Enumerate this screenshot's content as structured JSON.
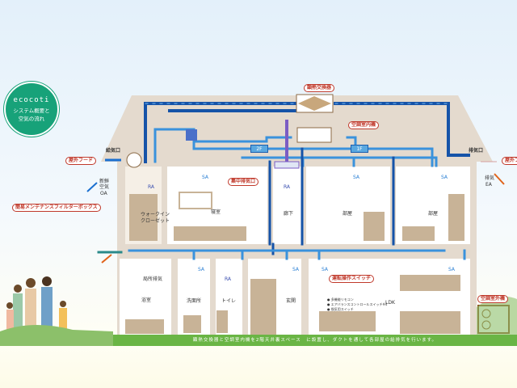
{
  "logo": {
    "brand": "ecocoti",
    "subtitle_line1": "システム概要と",
    "subtitle_line2": "空気の流れ"
  },
  "callouts": {
    "outdoor_hood_left": "屋外フード",
    "outdoor_hood_right": "屋外フード",
    "filter_box": "簡易メンテナンスフィルターボックス",
    "heat_exchanger": "顕熱交換器",
    "ac_indoor_unit": "空調室内機",
    "central_exhaust": "集中排気口",
    "operation_switch": "運転操作スイッチ",
    "ac_outdoor_unit": "空調室外機"
  },
  "labels": {
    "supply_port": "給気口",
    "exhaust_port": "排気口",
    "fresh_air_1": "新鮮",
    "fresh_air_2": "空気",
    "oa": "OA",
    "exhaust_1": "排気",
    "ea": "EA",
    "sa": "SA",
    "ra": "RA",
    "floor2": "2F",
    "floor1": "1F"
  },
  "rooms": {
    "walkin_1": "ウォークイン",
    "walkin_2": "クローゼット",
    "bedroom": "寝室",
    "hallway": "廊下",
    "room_a": "部屋",
    "room_b": "部屋",
    "bathroom": "浴室",
    "local_exhaust": "局所排気",
    "washroom": "洗面所",
    "toilet": "トイレ",
    "entrance": "玄関",
    "ldk": "LDK"
  },
  "switch_list": [
    "多機能リモコン",
    "エアバランスコントロールスイッチ※4",
    "換気用スイッチ"
  ],
  "caption": "顕熱交換器と空調室内機を2階天井裏スペース　に設置し、ダクトを通して各部屋の給排気を行います。",
  "colors": {
    "accent_green": "#17a279",
    "duct_dark": "#1553a8",
    "duct_light": "#3a92dc",
    "callout_red": "#c0392b",
    "house": "#e4dace"
  }
}
